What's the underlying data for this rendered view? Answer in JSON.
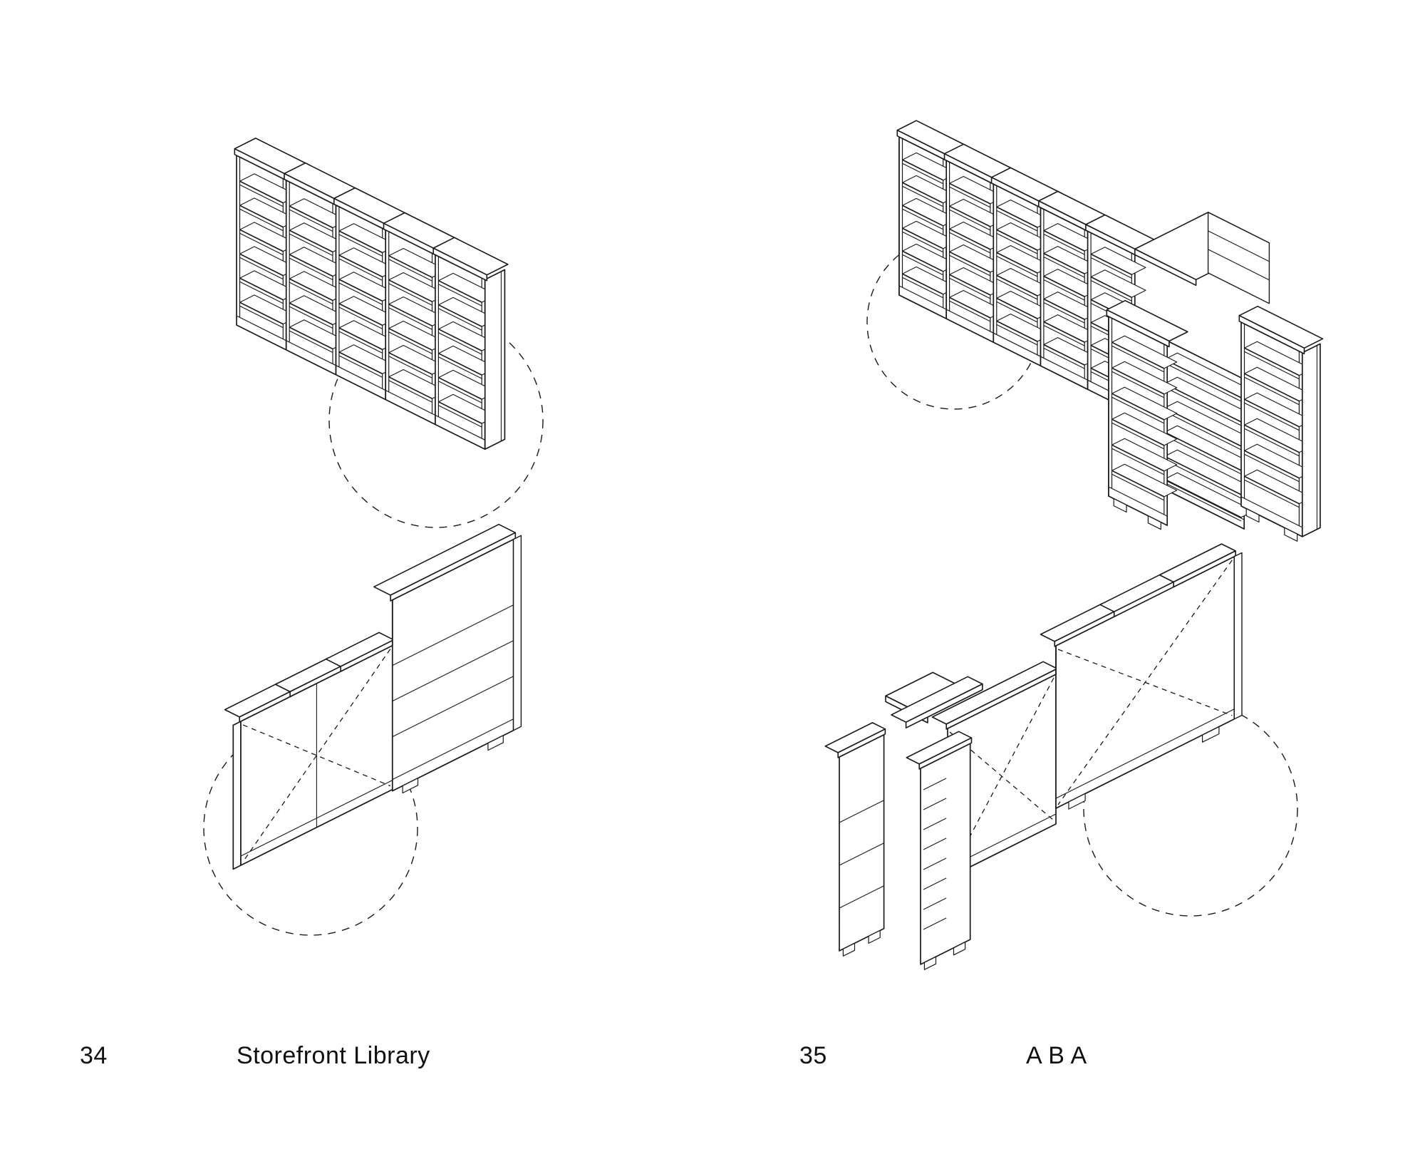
{
  "page": {
    "background": "#ffffff",
    "line_color": "#1a1a1a"
  },
  "figures": [
    {
      "number": "34",
      "title": "Storefront Library"
    },
    {
      "number": "35",
      "title": "A B A"
    }
  ]
}
